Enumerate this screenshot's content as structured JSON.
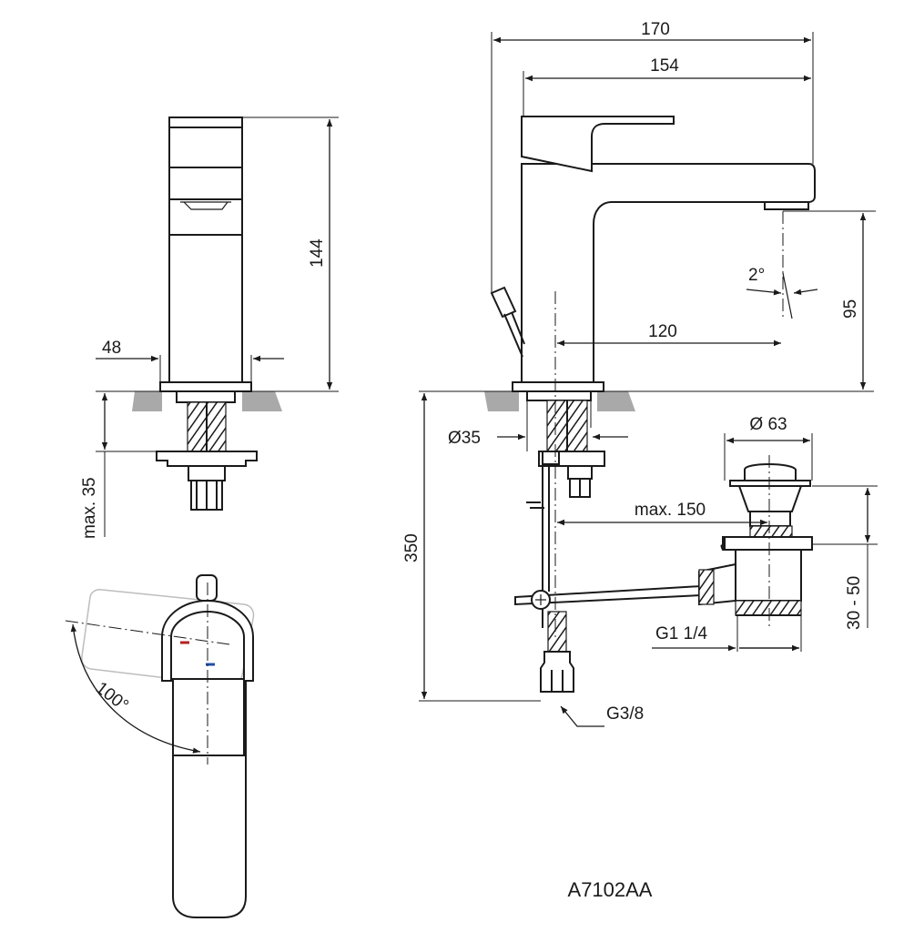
{
  "product_code": "A7102AA",
  "dimensions": {
    "side_height": "144",
    "body_width": "48",
    "max_deck": "max. 35",
    "angle_swing": "100°",
    "overall_length": "170",
    "spout_length": "154",
    "spout_tilt": "2°",
    "spout_height": "95",
    "spout_reach": "120",
    "hole_diameter": "Ø35",
    "total_height": "350",
    "waste_diameter": "Ø 63",
    "waste_offset": "max. 150",
    "waste_range": "30 - 50",
    "waste_thread": "G1 1/4",
    "supply_thread": "G3/8"
  }
}
